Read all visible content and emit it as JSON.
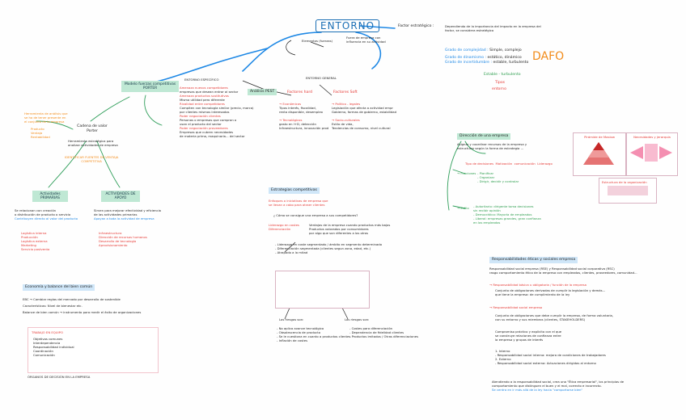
{
  "title": "ENTORNO",
  "center": {
    "elements_label": "Elementos (fuerzas)",
    "influence": "Fuera de empresa con influencia en su actividad"
  },
  "factor": {
    "label": "Factor estratégico :",
    "desc": "Dependiendo de la importancia del impacto en la empresa del factor, se considera estratégico",
    "rows": [
      {
        "k": "Grado de complejidad :",
        "v": "Simple, complejo"
      },
      {
        "k": "Grado de dinamismo :",
        "v": "estático, dinámico"
      },
      {
        "k": "Grado de incertidumbre :",
        "v": "estable, turbulento"
      }
    ],
    "types_label": "Tipos",
    "types_value": "entorno",
    "dafo": "DAFO",
    "estable": "Estable - turbulento"
  },
  "entorno_general": {
    "title": "ENTORNO GENERAL",
    "analisis": "Análisis PEST",
    "fuerzas_hard": "Factores hard",
    "fuerzas_soft": "Factores Soft",
    "hard": [
      {
        "h": "→ Económicos",
        "d": [
          "Tipos interés, fiscalidad,",
          "renta disponible, desempleo"
        ]
      },
      {
        "h": "→ Tecnológicos",
        "d": [
          "gasto en I+D, detección",
          "Infraestructura, innovación prod"
        ]
      }
    ],
    "soft": [
      {
        "h": "→ Político - legales",
        "d": [
          "Legislación que afecta a actividad empr",
          "Gobierno, formas de gobierno, estabilidad"
        ]
      },
      {
        "h": "→ Socio-culturales",
        "d": [
          "Estilo de vida,",
          "Tendencias de consumo, nivel cultural"
        ]
      }
    ]
  },
  "entorno_especifico": {
    "title": "ENTORNO ESPECÍFICO",
    "lines": [
      {
        "t": "Amenaza nuevos competidores",
        "c": "red"
      },
      {
        "t": "empresas que desean entrar al sector",
        "c": "dark"
      },
      {
        "t": "Amenaza productos sustitutivos",
        "c": "red"
      },
      {
        "t": "Misma utilidad pero diferente",
        "c": "dark"
      },
      {
        "t": "Rivalidad entre competidores",
        "c": "red"
      },
      {
        "t": "Compiten con tecnología similar (precio, marca)",
        "c": "dark"
      },
      {
        "t": "por clientes mismos interesados",
        "c": "dark"
      },
      {
        "t": "Poder negociación clientes",
        "c": "red"
      },
      {
        "t": "Personas o empresas que compran o",
        "c": "dark"
      },
      {
        "t": "usan el producto del sector",
        "c": "dark"
      },
      {
        "t": "Poder negociación proveedores",
        "c": "red"
      },
      {
        "t": "Empresas que cubren necesidades",
        "c": "dark"
      },
      {
        "t": "de materia prima, maquinaria... del sector",
        "c": "dark"
      }
    ]
  },
  "porter": {
    "model": "Modelo fuerzas competitivas",
    "name": "PORTER",
    "cadena_title": "Cadena de valor Porter",
    "cadena_desc": [
      "Herramienta estratégica para",
      "analizar actividades de empresa"
    ],
    "identify": [
      "IDENTIFICAR FUENTES DE VENTAJA",
      "COMPETITIVA"
    ],
    "left_note": [
      "Herramienta de análisis que",
      "se ha de tener presente en",
      "el conjunto de la empresa"
    ],
    "left_items": [
      "Producto",
      "Ventaja",
      "Rentabilidad"
    ],
    "primarias": "Actividades PRIMARIAS",
    "apoyo": "ACTIVIDADES DE APOYO",
    "prim_desc": [
      "Se relacionan con creación",
      "o distribución de producto o servicio",
      "Contribuyen directo al valor del producto"
    ],
    "apoyo_desc": [
      "Sirven para mejorar efectividad y eficiencia",
      "de las actividades primarias",
      "Apoyan a toda la actividad de empresa"
    ],
    "prim_items": [
      "Logística interna",
      "Producción",
      "Logística externa",
      "Marketing",
      "Servicio postventa"
    ],
    "apoyo_items": [
      "Infraestructura",
      "Dirección de recursos humanos",
      "Desarrollo de tecnología",
      "Aprovisionamiento"
    ]
  },
  "estrategias": {
    "title": "Estrategias competitivas",
    "intro": [
      "Enfoques o iniciativas de empresa que",
      "se llevan a cabo para atraer clientes"
    ],
    "question": "¿ Cómo se consigue una empresa a sus competidores?",
    "liderazgo": "Liderazgo en costes",
    "diferenciacion": "Diferenciación",
    "ventajas": [
      "Ventajas de la empresa cuando productos más bajos",
      "Productos valorados por consumidores",
      "por algo que son diferentes a los otros"
    ],
    "list": [
      "- Liderazgo en coste segmentado / ámbito en segmento determinado",
      "- Diferenciación segmentada (clientes segun zona, edad, etc.)",
      "- Atrapado a la mitad"
    ],
    "cols": [
      "Los riesgos son:",
      "Los riesgos son:"
    ],
    "risk_left": [
      "- No aplica avance tecnológico",
      "- Obsolescencia de producto",
      "- Se le cuestiona en cuanto a productos clientes",
      "- Inflación de costes"
    ],
    "risk_right": [
      "- Costes para diferenciación",
      "- Dependencia de fidelidad clientes",
      "- Productos imitados / Otras diferenciaciones"
    ]
  },
  "economia": {
    "title": "Economía y balance del bien común",
    "lines": [
      "EBC → Cambiar reglas del mercado por desarrollo de sostenible",
      "Características: Nivel de bienestar etc.",
      "Balance de bien común → instrumento para medir el éxito de organizaciones"
    ]
  },
  "direccion": {
    "title": "Dirección de una empresa",
    "desc": [
      "Asignar y coordinar recursos de la empresa y",
      "estructurar según la forma de estrategia ..."
    ],
    "roles": [
      "Tipo de decisiones",
      "Motivación",
      "comunicación",
      "Liderazgo"
    ],
    "funciones_label": "→ Funciones",
    "funciones": [
      "- Planificar",
      "- Organizar",
      "- Dirigir, decidir y controlar"
    ],
    "estilo_label": "→ Estilo",
    "estilo": [
      "- Autoritario: dirigente toma decisiones",
      "  sin recibir opinión",
      "- Democrático: Mayoría de empleados",
      "- Liberal: empresas grandes, gran confianza",
      "  en los empleados"
    ]
  },
  "responsabilidad": {
    "title": "Responsabilidades éticas y sociales empresa",
    "intro": [
      "Responsabilidad social empresa (RSE) y Responsabilidad social corporativa (RSC)",
      "rasgo comportamiento ético de la empresa con empleados, clientes, proveedores, comunidad..."
    ],
    "rs_legal_h": "→ Responsabilidad básica u obligatoria / función de la empresa",
    "rs_legal": [
      "Conjunto de obligaciones derivadas de cumplir la legislación y demás...",
      "que tiene la empresa: de cumplimiento de la ley"
    ],
    "rs_empresa_h": "→ Responsabilidad social empresa",
    "rs_empresa": [
      "Conjunto de obligaciones que debe cumplir la empresa, de forma voluntaria,",
      "con su entorno y sus miembros (clientes, STAKEHOLDERS)"
    ],
    "compromiso": [
      "Compromiso práctico y explícito con el que",
      "se construye relaciones de confianza entre",
      "la empresa y grupos de interés"
    ],
    "niveles": [
      "1. Interno",
      "   - Responsabilidad social interna: mejora de condiciones de trabajadores",
      "2. Externo",
      "   - Responsabilidad social externa: Actuaciones dirigidas al entorno"
    ],
    "cierre": [
      "Atendiendo a la responsabilidad social, crea una \"Ética empresarial\", los principios de",
      "comportamiento que distinguen el buen y el mal, correcto e incorrecto.",
      "Se centra en ir más allá de la ley hacia \"comportarse bien\""
    ]
  },
  "thumbs": {
    "piramide": "Pirámide de Maslow",
    "jerarquia": "Necesidades y jerarquía",
    "estructura": "Estructura de la organización"
  },
  "legend": {
    "title": "TRABAJO EN EQUIPO",
    "items": [
      "Objetivos comunes",
      "Interdependencia",
      "Responsabilidad individual",
      "Coordinación",
      "Comunicación"
    ],
    "footer": "ÓRGANOS DE DECISIÓN EN LA EMPRESA"
  }
}
